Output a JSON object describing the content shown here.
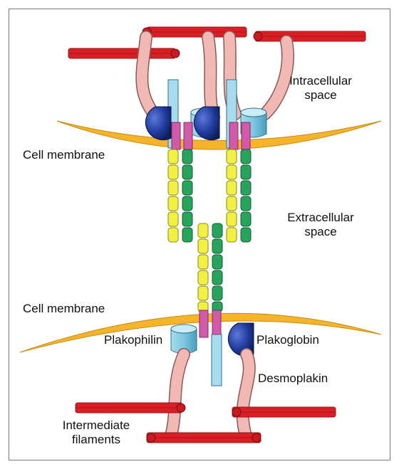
{
  "labels": {
    "intracellular_line1": "Intracellular",
    "intracellular_line2": "space",
    "cell_membrane_top": "Cell membrane",
    "extracellular_line1": "Extracellular",
    "extracellular_line2": "space",
    "cell_membrane_bottom": "Cell membrane",
    "plakophilin": "Plakophilin",
    "plakoglobin": "Plakoglobin",
    "desmoplakin": "Desmoplakin",
    "intermediate_line1": "Intermediate",
    "intermediate_line2": "filaments"
  },
  "colors": {
    "membrane": "#f6b42a",
    "filament": "#d91f26",
    "filament_dark": "#9c1116",
    "desmoplakin": "#f2b8b4",
    "plakophilin": "#7ec6e0",
    "plakoglobin": "#1f3a9c",
    "cadherin_yellow": "#f2f044",
    "cadherin_green": "#27a35c",
    "transmembrane_pink": "#d35aa9",
    "stalk_lightblue": "#a6dced"
  }
}
